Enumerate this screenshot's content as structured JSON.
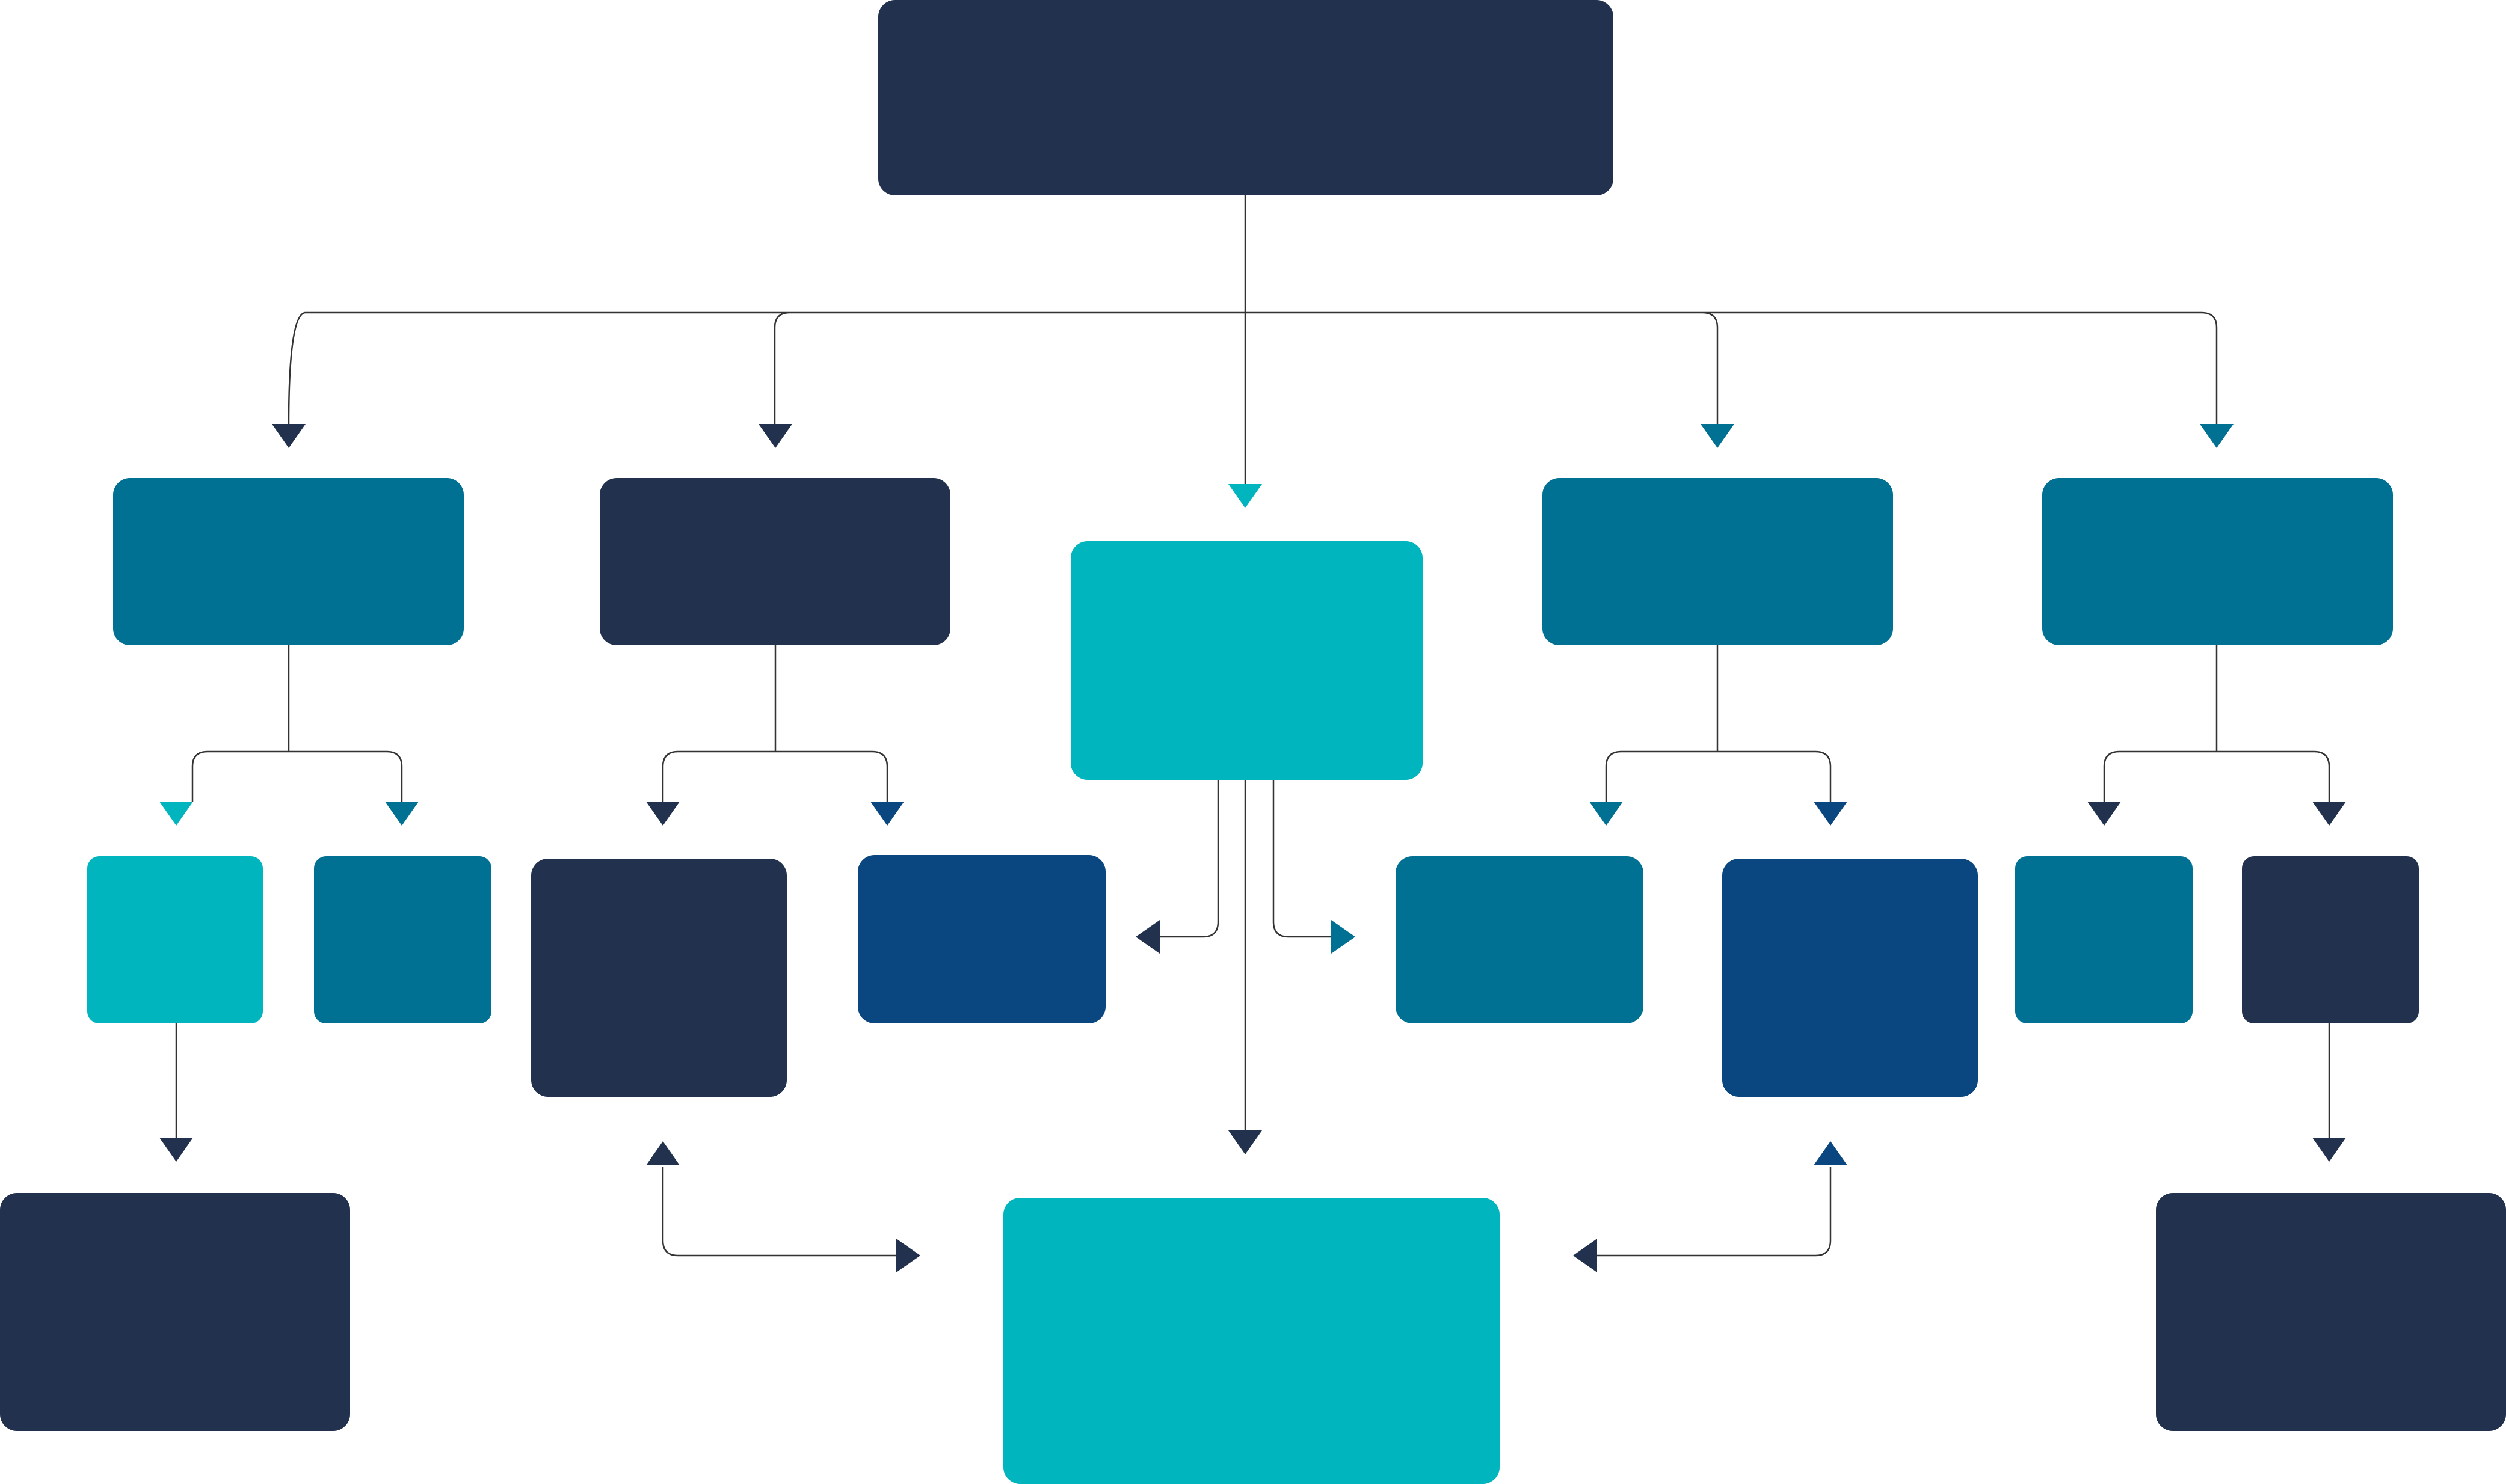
{
  "diagram": {
    "type": "flowchart",
    "colors": {
      "navy": "#22314D",
      "teal": "#007093",
      "cyan": "#01B5BE",
      "blue": "#0A467F",
      "connector": "#333333",
      "background": "#FFFFFF"
    },
    "nodes": [
      {
        "id": "root",
        "color": "navy",
        "label": ""
      },
      {
        "id": "level1-a",
        "color": "teal",
        "label": ""
      },
      {
        "id": "level1-b",
        "color": "navy",
        "label": ""
      },
      {
        "id": "level1-center",
        "color": "cyan",
        "label": ""
      },
      {
        "id": "level1-d",
        "color": "teal",
        "label": ""
      },
      {
        "id": "level1-e",
        "color": "teal",
        "label": ""
      },
      {
        "id": "level2-a1",
        "color": "cyan",
        "label": ""
      },
      {
        "id": "level2-a2",
        "color": "teal",
        "label": ""
      },
      {
        "id": "level2-b1",
        "color": "navy",
        "label": ""
      },
      {
        "id": "level2-b2",
        "color": "blue",
        "label": ""
      },
      {
        "id": "level2-d1",
        "color": "teal",
        "label": ""
      },
      {
        "id": "level2-d2",
        "color": "blue",
        "label": ""
      },
      {
        "id": "level2-e1",
        "color": "teal",
        "label": ""
      },
      {
        "id": "level2-e2",
        "color": "navy",
        "label": ""
      },
      {
        "id": "level3-left",
        "color": "navy",
        "label": ""
      },
      {
        "id": "level3-center",
        "color": "cyan",
        "label": ""
      },
      {
        "id": "level3-right",
        "color": "navy",
        "label": ""
      }
    ],
    "edges": [
      {
        "from": "root",
        "to": "level1-a"
      },
      {
        "from": "root",
        "to": "level1-b"
      },
      {
        "from": "root",
        "to": "level1-center"
      },
      {
        "from": "root",
        "to": "level1-d"
      },
      {
        "from": "root",
        "to": "level1-e"
      },
      {
        "from": "level1-a",
        "to": "level2-a1"
      },
      {
        "from": "level1-a",
        "to": "level2-a2"
      },
      {
        "from": "level1-b",
        "to": "level2-b1"
      },
      {
        "from": "level1-b",
        "to": "level2-b2"
      },
      {
        "from": "level1-center",
        "to": "level2-b2"
      },
      {
        "from": "level1-center",
        "to": "level2-d1"
      },
      {
        "from": "level1-center",
        "to": "level3-center"
      },
      {
        "from": "level1-d",
        "to": "level2-d1"
      },
      {
        "from": "level1-d",
        "to": "level2-d2"
      },
      {
        "from": "level1-e",
        "to": "level2-e1"
      },
      {
        "from": "level1-e",
        "to": "level2-e2"
      },
      {
        "from": "level2-a1",
        "to": "level3-left"
      },
      {
        "from": "level2-e2",
        "to": "level3-right"
      },
      {
        "from": "level3-center",
        "to": "level2-b1"
      },
      {
        "from": "level2-b1",
        "to": "level3-center"
      },
      {
        "from": "level3-center",
        "to": "level2-d2"
      },
      {
        "from": "level2-d2",
        "to": "level3-center"
      }
    ]
  }
}
